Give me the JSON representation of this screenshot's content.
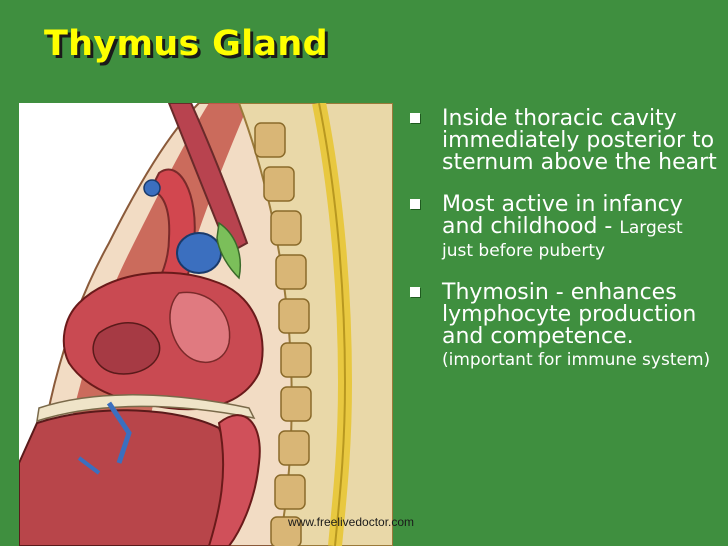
{
  "slide": {
    "title": "Thymus Gland",
    "watermark": "www.freelivedoctor.com",
    "bullets": [
      {
        "main": "Inside thoracic cavity immediately posterior to sternum above the heart",
        "detail": ""
      },
      {
        "main": "Most active in infancy and childhood - ",
        "detail": "Largest just before puberty"
      },
      {
        "main": "Thymosin - enhances lymphocyte production and competence.",
        "detail": "(important for immune system)"
      }
    ]
  },
  "colors": {
    "background": "#3f8f3f",
    "title": "#ffff00",
    "text": "#ffffff"
  }
}
